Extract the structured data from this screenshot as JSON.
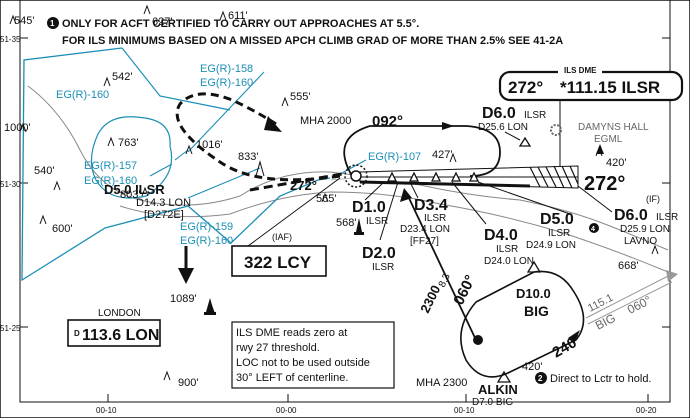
{
  "notes": {
    "note1_num": "1",
    "note1_line1": "ONLY FOR ACFT CERTIFIED TO CARRY OUT APPROACHES AT 5.5°.",
    "note1_line2": "FOR ILS MINIMUMS BASED ON A MISSED APCH CLIMB GRAD OF MORE THAN 2.5% SEE 41-2A",
    "note2_num": "2",
    "note2_text": "Direct to Lctr to hold.",
    "box_line1": "ILS DME reads zero at",
    "box_line2": "rwy 27 threshold.",
    "box_line3": "LOC not to be used outside",
    "box_line4": "30° LEFT of centerline."
  },
  "coords": {
    "lat_top": "51-35",
    "lat_mid": "51-30",
    "lat_bottom": "51-25",
    "lon_1": "00-10",
    "lon_2": "00-00",
    "lon_3": "00-10",
    "lon_4": "00-20"
  },
  "elevations": [
    "545'",
    "627'",
    "611'",
    "542'",
    "555'",
    "1000'",
    "763'",
    "1016'",
    "833'",
    "540'",
    "803'",
    "600'",
    "427'",
    "565'",
    "568'",
    "1089'",
    "900'",
    "420'",
    "668'",
    "420'"
  ],
  "radials": {
    "r158": "EG(R)-158",
    "r160a": "EG(R)-160",
    "r160b": "EG(R)-160",
    "r157": "EG(R)-157",
    "r160c": "EG(R)-160",
    "r107": "EG(R)-107",
    "r159": "EG(R)-159",
    "r160d": "EG(R)-160"
  },
  "fixes": {
    "d50_left_main": "D5.0 ILSR",
    "d50_left_sub1": "D14.3 LON",
    "d50_left_sub2": "[D272E]",
    "d10_main": "D1.0",
    "d10_sub": "ILSR",
    "d20_main": "D2.0",
    "d20_sub": "ILSR",
    "d34_main": "D3.4",
    "d34_sub1": "ILSR",
    "d34_sub2": "D23.4 LON",
    "d34_sub3": "[FF27]",
    "d40_main": "D4.0",
    "d40_sub1": "ILSR",
    "d40_sub2": "D24.0 LON",
    "d50_right_main": "D5.0",
    "d50_right_sub1": "ILSR",
    "d50_right_sub2": "D24.9 LON",
    "d60_top_main": "D6.0",
    "d60_top_ilsr": "ILSR",
    "d60_top_sub": "D25.6 LON",
    "d60_right_main": "D6.0",
    "d60_right_ilsr": "ILSR",
    "d60_right_sub1": "D25.9 LON",
    "d60_right_sub2": "LAVNO",
    "if_label": "(IF)",
    "d100_main": "D10.0",
    "d100_sub": "BIG",
    "alkin_main": "ALKIN",
    "alkin_sub": "D7.0 BIG"
  },
  "navaids": {
    "ils_header": "ILS DME",
    "ils_course": "272°",
    "ils_freq": "*111.15 ILSR",
    "lon_freq": "113.6 LON",
    "lon_name": "LONDON",
    "lon_d": "D",
    "lcy_iaf": "(IAF)",
    "lcy_box": "322 LCY",
    "damyns_1": "DAMYNS HALL",
    "damyns_2": "EGML"
  },
  "courses": {
    "mha2000": "MHA 2000",
    "c092": "092°",
    "c272_big": "272°",
    "c272_small": "272°",
    "mha2300": "MHA 2300",
    "c060": "060°",
    "c240": "240°",
    "c2300": "2300",
    "c83": "8.3",
    "big_radial_1": "115.1",
    "big_radial_2": "BIG",
    "big_radial_3": "060°",
    "marker4": "4"
  },
  "colors": {
    "ink": "#111111",
    "radial_blue": "#1a8fb5",
    "terrain_grey": "#666666"
  }
}
